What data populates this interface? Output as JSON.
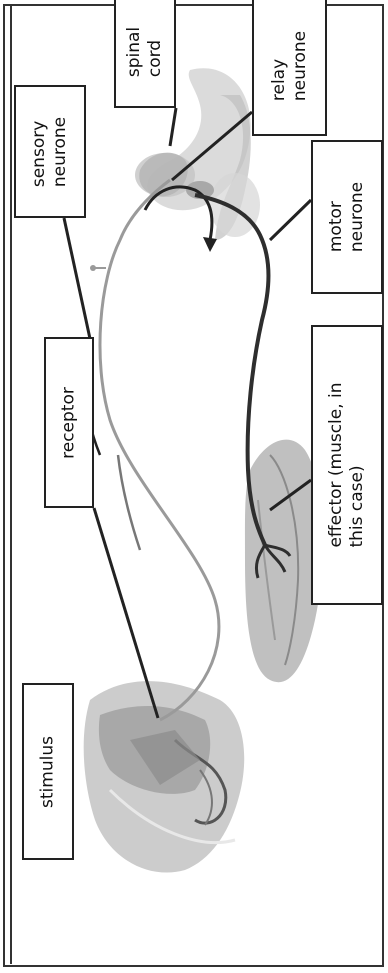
{
  "labels": {
    "spinal_cord": "spinal\ncord",
    "relay_neurone": "relay\nneurone",
    "sensory_neurone": "sensory\nneurone",
    "motor_neurone": "motor\nneurone",
    "effector": "effector (muscle, in\nthis case)",
    "receptor": "receptor",
    "stimulus": "stimulus"
  },
  "colors": {
    "sensory_path": "#9a9a9a",
    "motor_path": "#2e2e2e",
    "leader_line": "#222222",
    "tissue": "#bdbdbd",
    "muscle": "#a9a9a9"
  }
}
